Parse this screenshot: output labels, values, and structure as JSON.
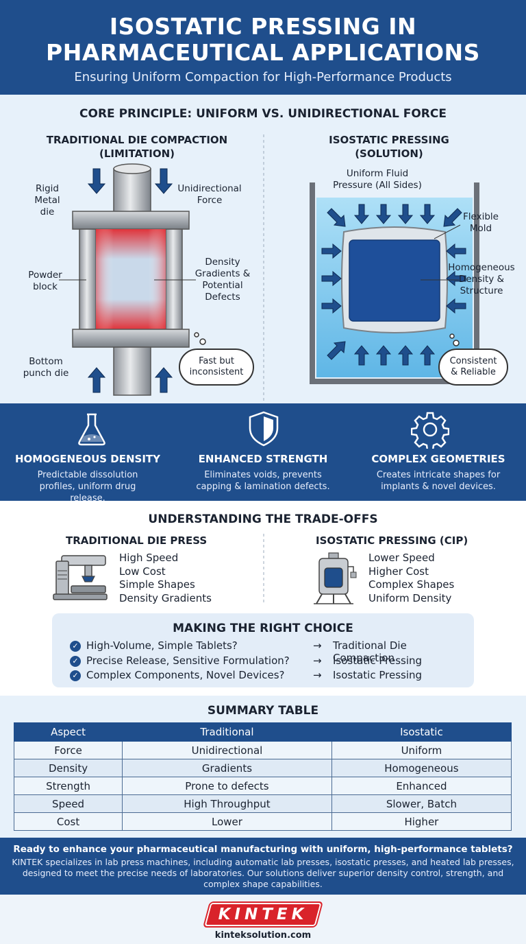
{
  "header": {
    "title_line1": "ISOSTATIC PRESSING IN",
    "title_line2": "PHARMACEUTICAL APPLICATIONS",
    "subtitle": "Ensuring Uniform Compaction for High-Performance Products"
  },
  "core": {
    "title": "CORE PRINCIPLE: UNIFORM VS. UNIDIRECTIONAL FORCE",
    "left": {
      "title_line1": "TRADITIONAL DIE COMPACTION",
      "title_line2": "(LIMITATION)",
      "rigid_die": "Rigid Metal die",
      "force": "Unidirectional Force",
      "powder": "Powder block",
      "gradients": "Density Gradients & Potential Defects",
      "bottom": "Bottom punch die",
      "cloud": "Fast but inconsistent"
    },
    "right": {
      "title_line1": "ISOSTATIC PRESSING",
      "title_line2": "(SOLUTION)",
      "fluid": "Uniform Fluid Pressure (All Sides)",
      "mold": "Flexible Mold",
      "homog": "Homogeneous Density & Structure",
      "cloud": "Consistent & Reliable"
    }
  },
  "benefits": [
    {
      "title": "HOMOGENEOUS DENSITY",
      "desc": "Predictable dissolution profiles, uniform drug release.",
      "icon": "flask-icon"
    },
    {
      "title": "ENHANCED STRENGTH",
      "desc": "Eliminates voids, prevents capping & lamination defects.",
      "icon": "shield-icon"
    },
    {
      "title": "COMPLEX GEOMETRIES",
      "desc": "Creates intricate shapes for implants & novel devices.",
      "icon": "gear-icon"
    }
  ],
  "tradeoffs": {
    "title": "UNDERSTANDING THE TRADE-OFFS",
    "left": {
      "title": "TRADITIONAL DIE PRESS",
      "items": [
        "High Speed",
        "Low Cost",
        "Simple Shapes",
        "Density Gradients"
      ]
    },
    "right": {
      "title": "ISOSTATIC PRESSING (CIP)",
      "items": [
        "Lower Speed",
        "Higher Cost",
        "Complex Shapes",
        "Uniform Density"
      ]
    }
  },
  "choice": {
    "title": "MAKING THE RIGHT CHOICE",
    "rows": [
      {
        "q": "High-Volume, Simple Tablets?",
        "a": "Traditional Die Compaction"
      },
      {
        "q": "Precise Release, Sensitive Formulation?",
        "a": "Isostatic Pressing"
      },
      {
        "q": "Complex Components, Novel Devices?",
        "a": "Isostatic Pressing"
      }
    ],
    "arrow": "→"
  },
  "summary": {
    "title": "SUMMARY TABLE",
    "headers": [
      "Aspect",
      "Traditional",
      "Isostatic"
    ],
    "rows": [
      [
        "Force",
        "Unidirectional",
        "Uniform"
      ],
      [
        "Density",
        "Gradients",
        "Homogeneous"
      ],
      [
        "Strength",
        "Prone to defects",
        "Enhanced"
      ],
      [
        "Speed",
        "High Throughput",
        "Slower, Batch"
      ],
      [
        "Cost",
        "Lower",
        "Higher"
      ]
    ]
  },
  "cta": {
    "headline": "Ready to enhance your pharmaceutical manufacturing with uniform, high-performance tablets?",
    "body": "KINTEK specializes in lab press machines, including automatic lab presses, isostatic presses, and heated lab presses, designed to meet the precise needs of laboratories. Our solutions deliver superior density control, strength, and complex shape capabilities."
  },
  "footer": {
    "logo": "KINTEK",
    "url": "kinteksolution.com"
  },
  "colors": {
    "navy": "#1f4e8c",
    "red": "#d9232a",
    "light": "#e7f1fa"
  }
}
